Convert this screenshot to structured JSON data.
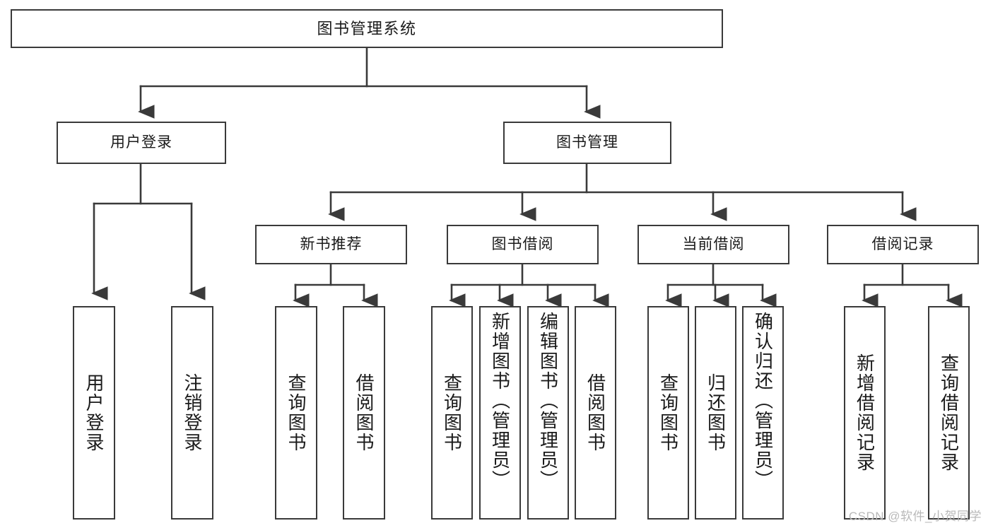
{
  "diagram": {
    "title": "图书管理系统",
    "type": "function-structure-tree",
    "nodes": {
      "root": {
        "label": "图书管理系统"
      },
      "level2": [
        {
          "id": "user-login",
          "label": "用户登录"
        },
        {
          "id": "book-manage",
          "label": "图书管理"
        }
      ],
      "level3": [
        {
          "id": "new-book-recommend",
          "label": "新书推荐"
        },
        {
          "id": "book-borrow",
          "label": "图书借阅"
        },
        {
          "id": "current-borrow",
          "label": "当前借阅"
        },
        {
          "id": "borrow-record",
          "label": "借阅记录"
        }
      ],
      "leaves": {
        "user_login": [
          {
            "id": "leaf-user-login",
            "label": "用户登录"
          },
          {
            "id": "leaf-logout-login",
            "label": "注销登录"
          }
        ],
        "new_book_recommend": [
          {
            "id": "leaf-query-book-1",
            "label": "查询图书"
          },
          {
            "id": "leaf-borrow-book-1",
            "label": "借阅图书"
          }
        ],
        "book_borrow": [
          {
            "id": "leaf-query-book-2",
            "label": "查询图书"
          },
          {
            "id": "leaf-add-book-admin",
            "label": "新增图书（管理员）"
          },
          {
            "id": "leaf-edit-book-admin",
            "label": "编辑图书（管理员）"
          },
          {
            "id": "leaf-borrow-book-2",
            "label": "借阅图书"
          }
        ],
        "current_borrow": [
          {
            "id": "leaf-query-book-3",
            "label": "查询图书"
          },
          {
            "id": "leaf-return-book",
            "label": "归还图书"
          },
          {
            "id": "leaf-confirm-return-admin",
            "label": "确认归还（管理员）"
          }
        ],
        "borrow_record": [
          {
            "id": "leaf-add-borrow-record",
            "label": "新增借阅记录"
          },
          {
            "id": "leaf-query-borrow-record",
            "label": "查询借阅记录"
          }
        ]
      }
    },
    "colors": {
      "background": "#ffffff",
      "border": "#3a3a3a",
      "text": "#1a1a1a",
      "watermark": "#b9b9b9"
    }
  },
  "watermark": {
    "text": "CSDN @软件_小贺同学"
  }
}
